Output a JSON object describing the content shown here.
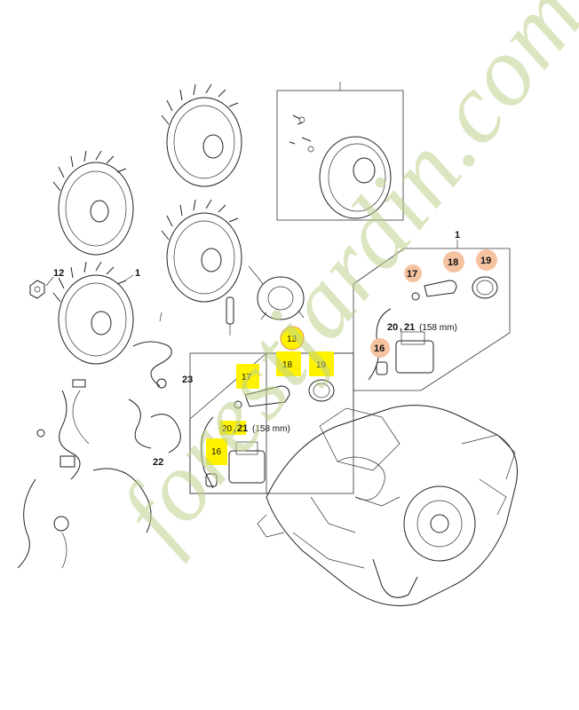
{
  "callouts": {
    "c1": "1",
    "c12": "12",
    "c13": "13",
    "c16a": "16",
    "c16b": "16",
    "c17a": "17",
    "c17b": "17",
    "c18a": "18",
    "c18b": "18",
    "c19a": "19",
    "c19b": "19",
    "c22": "22",
    "c23": "23",
    "c1b": "1",
    "c2021a": "20",
    "c2021a_b": "21",
    "c2021a_mm": "(158 mm)",
    "c2021b": "20",
    "c2021b_b": "21",
    "c2021b_mm": "(158 mm)"
  },
  "highlight_colors": {
    "yellow": "#fff200",
    "orange": "#f6c3a0",
    "orange_ring": "#e8a060"
  },
  "watermark": "forestjardin.com",
  "watermark_color": "#bed28c"
}
